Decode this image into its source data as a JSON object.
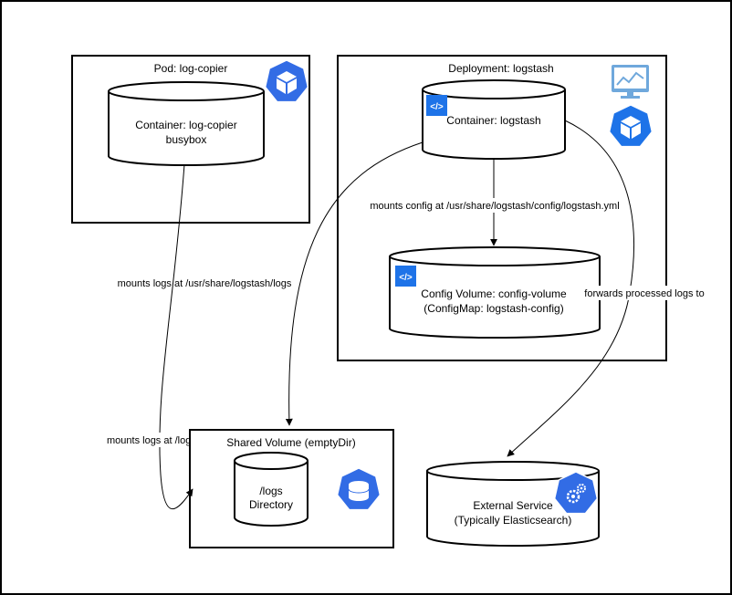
{
  "pod": {
    "title": "Pod: log-copier"
  },
  "deployment": {
    "title": "Deployment: logstash"
  },
  "container_logcopier": {
    "line1": "Container: log-copier",
    "line2": "busybox"
  },
  "container_logstash": {
    "label": "Container: logstash"
  },
  "config_volume": {
    "line1": "Config Volume: config-volume",
    "line2": "(ConfigMap: logstash-config)"
  },
  "shared_volume": {
    "title": "Shared Volume (emptyDir)"
  },
  "logs_dir": {
    "line1": "/logs",
    "line2": "Directory"
  },
  "external_service": {
    "line1": "External Service",
    "line2": "(Typically Elasticsearch)"
  },
  "edges": {
    "mounts_config": "mounts config at /usr/share/logstash/config/logstash.yml",
    "mounts_logs_logstash": "mounts logs at /usr/share/logstash/logs",
    "mounts_logs_logcopier": "mounts logs at /logs",
    "forwards": "forwards processed logs to"
  },
  "icons": {
    "pod": "kubernetes-pod-icon",
    "deployment_monitor": "monitor-icon",
    "deployment_pod": "kubernetes-pod-icon",
    "code_logstash": "code-icon",
    "code_config": "code-icon",
    "volume": "kubernetes-volume-icon",
    "service": "kubernetes-service-gear-icon"
  },
  "colors": {
    "k8s_blue": "#326CE5",
    "icon_blue": "#1E73E8",
    "monitor_blue": "#6FA8DC"
  }
}
